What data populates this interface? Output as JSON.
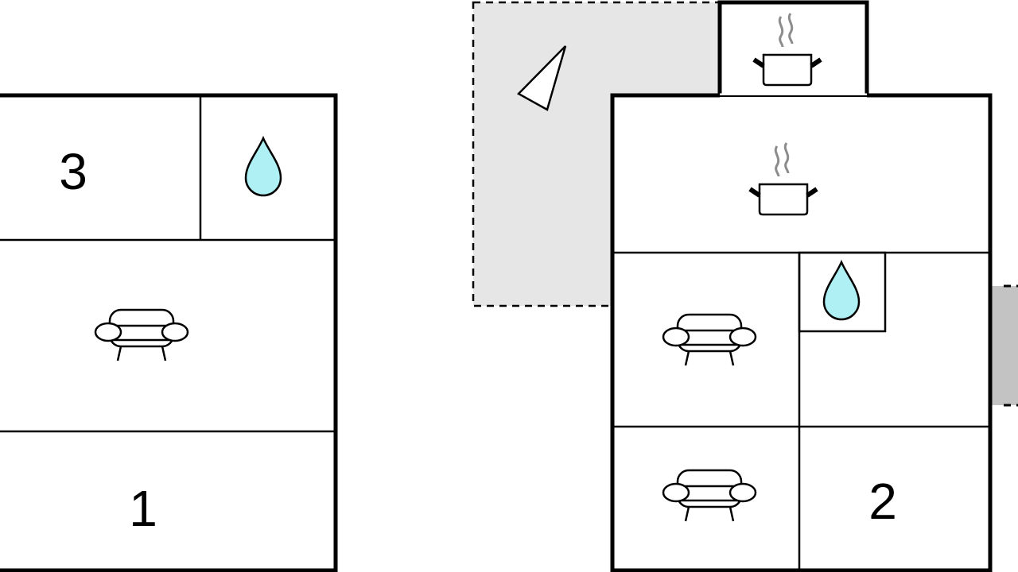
{
  "rooms": {
    "left_bedroom_label": "3",
    "left_bottom_label": "1",
    "right_bedroom_label": "2"
  },
  "icons": [
    "bathroom-drop-icon",
    "sofa-icon",
    "kitchen-pot-icon",
    "north-arrow-icon"
  ],
  "colors": {
    "water": "#aef0f4",
    "terrace": "#e6e6e6",
    "side_annex": "#c3c3c3",
    "steam": "#8c8c8c",
    "wall": "#000000"
  }
}
